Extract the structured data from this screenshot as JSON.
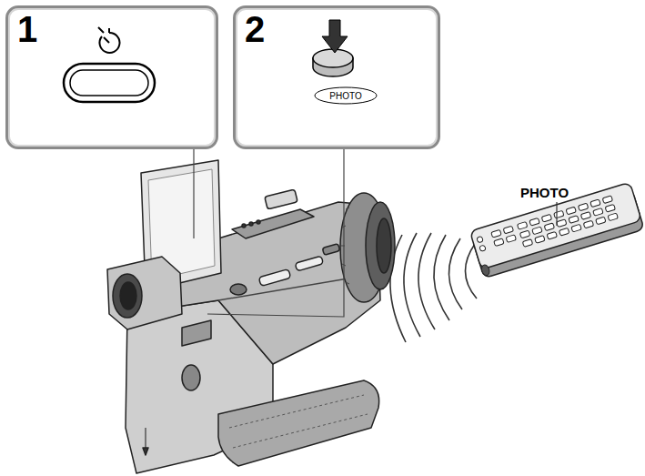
{
  "diagram": {
    "nodes": [
      {
        "text": [
          "1"
        ]
      },
      {
        "text": [
          "2"
        ]
      },
      {
        "text": [
          "PHOTO"
        ],
        "in": 1
      }
    ],
    "edges": [],
    "labels": [
      "PHOTO"
    ]
  }
}
